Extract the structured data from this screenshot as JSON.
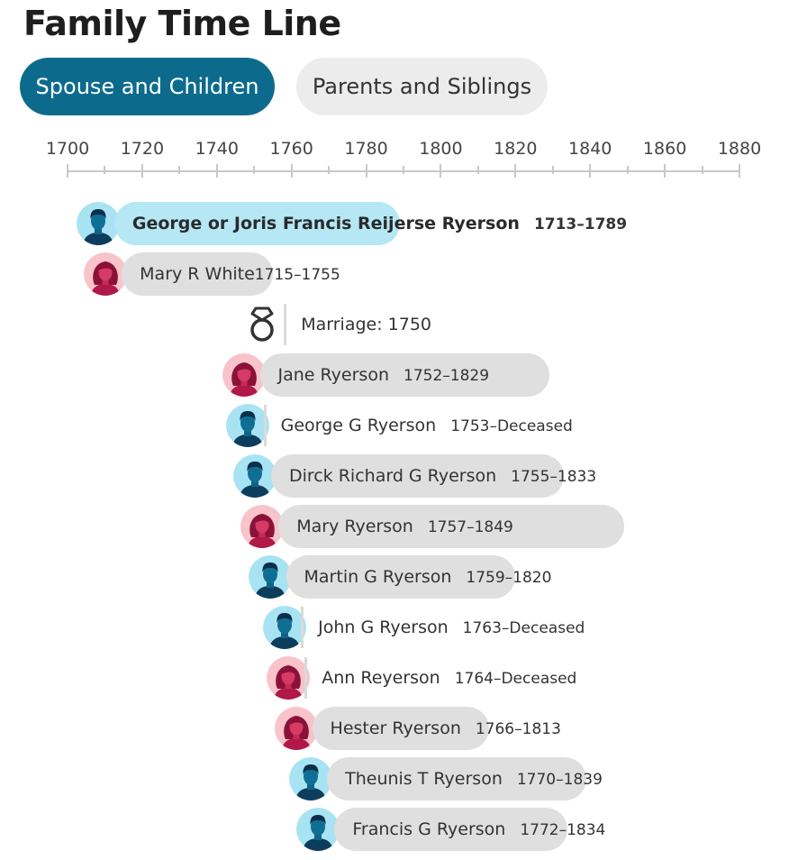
{
  "page": {
    "title": "Family Time Line"
  },
  "tabs": [
    {
      "label": "Spouse and Children",
      "active": true
    },
    {
      "label": "Parents and Siblings",
      "active": false
    }
  ],
  "colors": {
    "active_tab": "#0c6b8c",
    "selected_bar": "#b5e7f5",
    "bar": "#dfdfdf",
    "male_avatar_bg": "#a8e3f4",
    "female_avatar_bg": "#f8c3cb"
  },
  "axis": {
    "start": 1700,
    "end": 1880,
    "labels": [
      "1700",
      "1720",
      "1740",
      "1760",
      "1780",
      "1800",
      "1820",
      "1840",
      "1860",
      "1880"
    ]
  },
  "people": [
    {
      "name": "George or Joris Francis Reijerse Ryerson",
      "dates": "1713–1789",
      "gender": "male",
      "birth": 1713,
      "death": 1789,
      "selected": true,
      "bar": true
    },
    {
      "name": "Mary R White",
      "dates": "1715–1755",
      "gender": "female",
      "birth": 1715,
      "death": 1755,
      "bar": true
    },
    {
      "name": "Jane Ryerson",
      "dates": "1752–1829",
      "gender": "female",
      "birth": 1752,
      "death": 1829,
      "bar": true
    },
    {
      "name": "George G Ryerson",
      "dates": "1753–Deceased",
      "gender": "male",
      "birth": 1753,
      "bar": false
    },
    {
      "name": "Dirck Richard G Ryerson",
      "dates": "1755–1833",
      "gender": "male",
      "birth": 1755,
      "death": 1833,
      "bar": true
    },
    {
      "name": "Mary Ryerson",
      "dates": "1757–1849",
      "gender": "female",
      "birth": 1757,
      "death": 1849,
      "bar": true
    },
    {
      "name": "Martin G Ryerson",
      "dates": "1759–1820",
      "gender": "male",
      "birth": 1759,
      "death": 1820,
      "bar": true
    },
    {
      "name": "John G Ryerson",
      "dates": "1763–Deceased",
      "gender": "male",
      "birth": 1763,
      "bar": false
    },
    {
      "name": "Ann Reyerson",
      "dates": "1764–Deceased",
      "gender": "female",
      "birth": 1764,
      "bar": false
    },
    {
      "name": "Hester Ryerson",
      "dates": "1766–1813",
      "gender": "female",
      "birth": 1766,
      "death": 1813,
      "bar": true
    },
    {
      "name": "Theunis T Ryerson",
      "dates": "1770–1839",
      "gender": "male",
      "birth": 1770,
      "death": 1839,
      "bar": true
    },
    {
      "name": "Francis G Ryerson",
      "dates": "1772–1834",
      "gender": "male",
      "birth": 1772,
      "death": 1834,
      "bar": true
    }
  ],
  "marriage": {
    "label": "Marriage: 1750",
    "year": 1750,
    "icon": "ring-icon"
  }
}
